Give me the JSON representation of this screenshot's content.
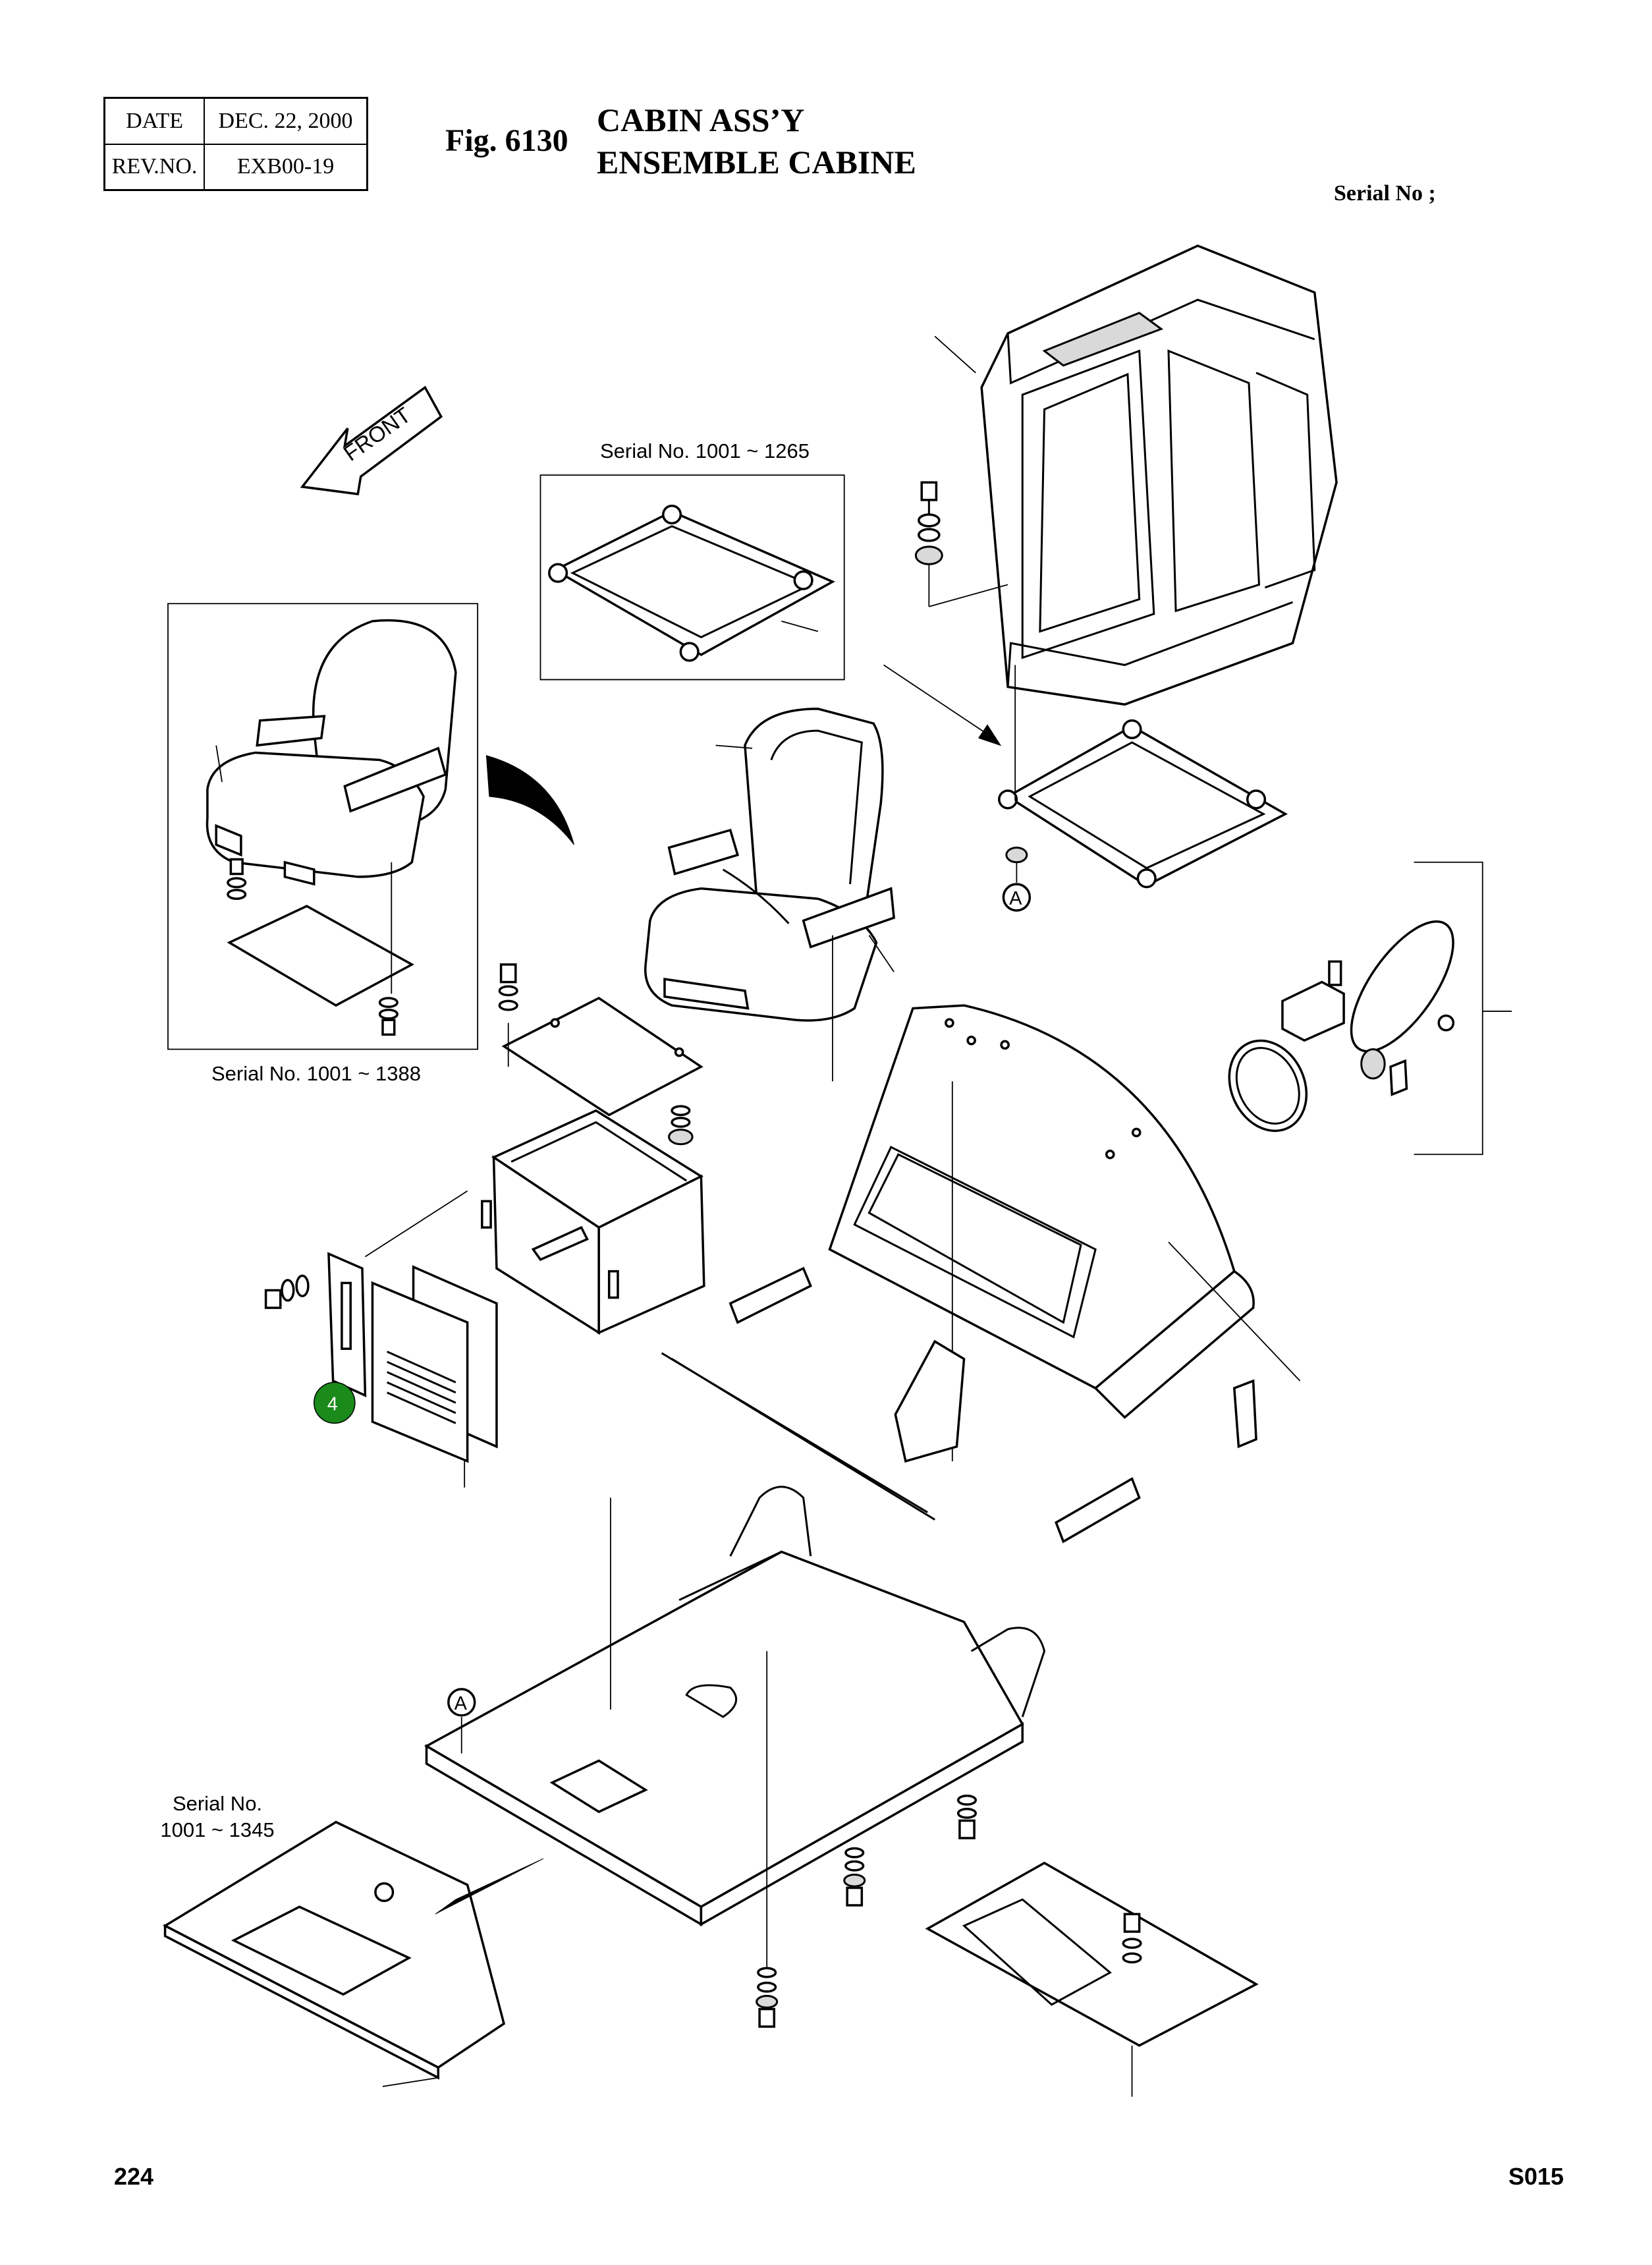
{
  "header": {
    "date_label": "DATE",
    "date_value": "DEC. 22, 2000",
    "rev_label": "REV.NO.",
    "rev_value": "EXB00-19"
  },
  "figure": {
    "number": "Fig. 6130",
    "title_line1": "CABIN ASS’Y",
    "title_line2": "ENSEMBLE CABINE",
    "serial_label": "Serial No ;"
  },
  "labels": {
    "front": "FRONT",
    "serial_1265": "Serial No. 1001 ~ 1265",
    "serial_1388": "Serial No. 1001 ~ 1388",
    "serial_1345_line1": "Serial No.",
    "serial_1345_line2": "1001 ~ 1345",
    "ref_a": "A",
    "callout_4": "4"
  },
  "footer": {
    "page": "224",
    "code": "S015"
  },
  "colors": {
    "callout_fill": "#1a8a1a",
    "line": "#000000"
  }
}
